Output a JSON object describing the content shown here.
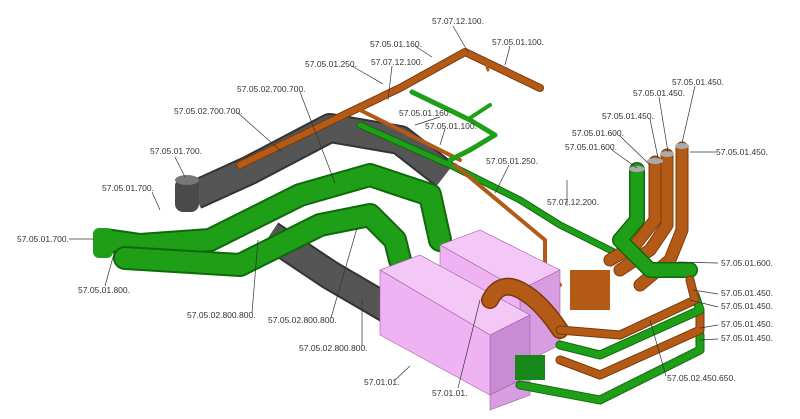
{
  "colors": {
    "green_duct": "#22b01e",
    "copper_pipe": "#b8601a",
    "grey_duct": "#555555",
    "equipment": "#efb3f3"
  },
  "labels": [
    "57.07.12.100.",
    "57.05.01.100.",
    "57.05.01.160.",
    "57.07.12.100.",
    "57.05.01.250.",
    "57.05.02.700.700.",
    "57.05.02.700.700.",
    "57.05.01.160.",
    "57.05.01.100.",
    "57.05.01.700.",
    "57.05.01.250.",
    "57.07.12.200.",
    "57.05.01.700.",
    "57.05.01.450.",
    "57.05.01.450.",
    "57.05.01.450.",
    "57.05.01.600.",
    "57.05.01.600.",
    "57.05.01.450.",
    "57.05.01.700.",
    "57.05.01.800.",
    "57.05.02.800.800.",
    "57.05.02.800.800.",
    "57.05.02.800.800.",
    "57.01.01.",
    "57.01.01.",
    "57.05.01.600.",
    "57.05.01.450.",
    "57.05.01.450.",
    "57.05.01.450.",
    "57.05.01.450.",
    "57.05.02.450.650."
  ]
}
